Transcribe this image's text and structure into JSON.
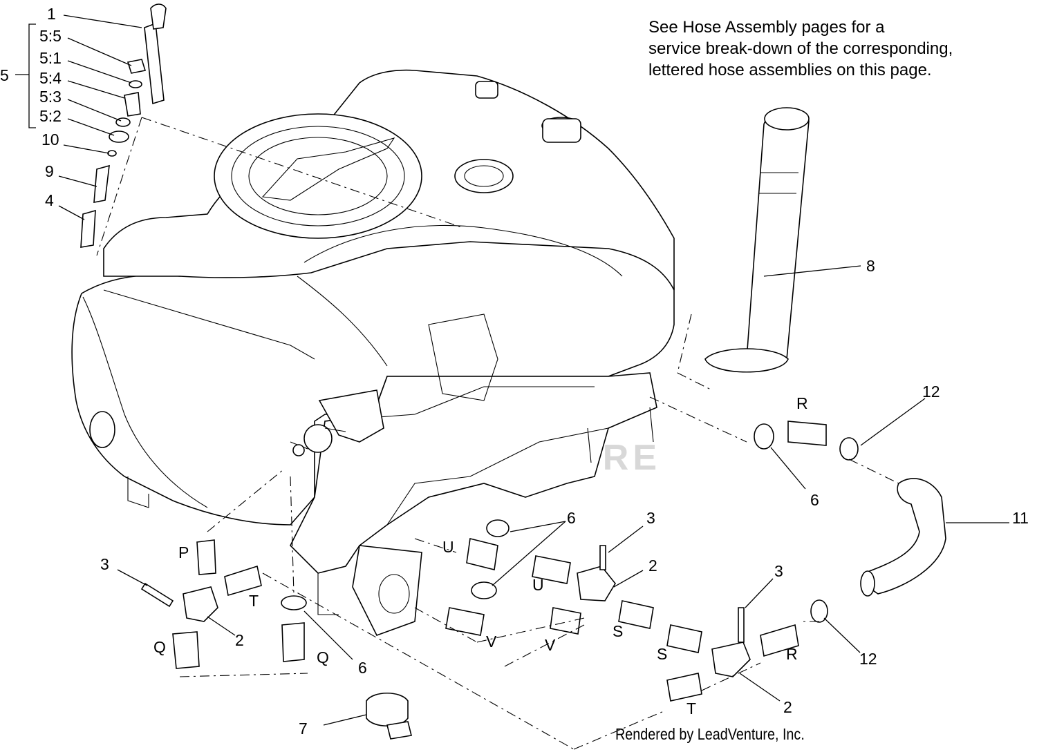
{
  "note": {
    "line1": "See Hose Assembly pages for a",
    "line2": "service break-down of the corresponding,",
    "line3": "lettered hose assemblies on this page."
  },
  "footer": {
    "rendered_by": "Rendered by LeadVenture, Inc."
  },
  "watermark": {
    "text": "LEADVENTURE"
  },
  "callouts": {
    "c1": "1",
    "c5": "5",
    "c5_5": "5:5",
    "c5_1": "5:1",
    "c5_4": "5:4",
    "c5_3": "5:3",
    "c5_2": "5:2",
    "c10": "10",
    "c9": "9",
    "c4": "4",
    "c8": "8",
    "c12a": "12",
    "c12b": "12",
    "cRa": "R",
    "cRb": "R",
    "c6a": "6",
    "c6b": "6",
    "c6c": "6",
    "c11": "11",
    "c3a": "3",
    "c3b": "3",
    "c3c": "3",
    "c2a": "2",
    "c2b": "2",
    "c2c": "2",
    "cPa": "P",
    "cTa": "T",
    "cTb": "T",
    "cQa": "Q",
    "cQb": "Q",
    "cUa": "U",
    "cUb": "U",
    "cVa": "V",
    "cVb": "V",
    "cSa": "S",
    "cSb": "S",
    "c7": "7"
  }
}
